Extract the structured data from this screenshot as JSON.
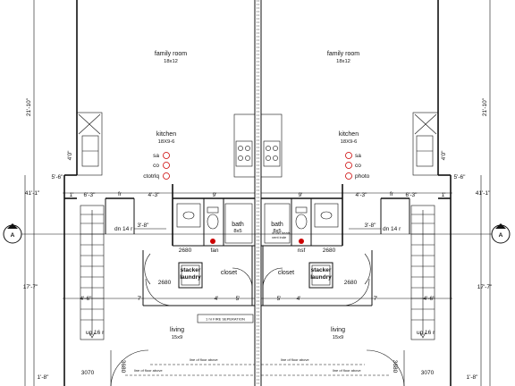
{
  "plan": {
    "left_unit": {
      "family_room": {
        "name": "family room",
        "size": "18x12"
      },
      "kitchen": {
        "name": "kitchen",
        "size": "18X9-6",
        "detectors": [
          "sa",
          "co",
          "ctotrlq"
        ]
      },
      "bath": {
        "name": "bath",
        "size": "8x5"
      },
      "fan": "fan",
      "closet": "closet",
      "stacker": "stacker\nlaundry",
      "living": {
        "name": "living",
        "size": "15x9"
      },
      "stair_up": "up 16 r",
      "stair_dn": "dn 14 r",
      "fr": "fr",
      "door_codes": [
        "2680",
        "2680",
        "3070",
        "3680"
      ]
    },
    "right_unit": {
      "family_room": {
        "name": "family room",
        "size": "18x12"
      },
      "kitchen": {
        "name": "kitchen",
        "size": "18X9-6",
        "detectors": [
          "sa",
          "co",
          "photo"
        ]
      },
      "bath": {
        "name": "bath",
        "size": "8x5"
      },
      "fan": "nsf",
      "closet": "closet",
      "stacker": "stacker\nlaundry",
      "living": {
        "name": "living",
        "size": "15x9"
      },
      "stair_up": "up 16 r",
      "stair_dn": "dn 14 r",
      "fr": "fr",
      "door_codes": [
        "2680",
        "2680",
        "3070",
        "3680"
      ]
    },
    "dimensions": {
      "d_21_10": "21'-10\"",
      "d_41_1": "41'-1\"",
      "d_17_7": "17'-7\"",
      "d_5_6": "5'-6\"",
      "d_1_8": "1'-8\"",
      "d_4_3": "4'-3\"",
      "d_6_3": "6'-3\"",
      "d_1": "1'",
      "d_9": "9'",
      "d_3_8": "3'-8\"",
      "d_4_6": "4'-6\"",
      "d_7": "7'",
      "d_4": "4'",
      "d_5": "5'",
      "d_4_0": "4'0\"",
      "d_4_0b": "4'0\""
    },
    "section_marker": "A",
    "fire_separation": "1 hr FIRE SEPERATION",
    "floor_above_1": "line of floor above",
    "floor_above_2": "line of floor above",
    "floor_above_3": "line of floor above",
    "floor_above_4": "line of floor above",
    "fan_note": "vt fan heats\nvent inde"
  }
}
